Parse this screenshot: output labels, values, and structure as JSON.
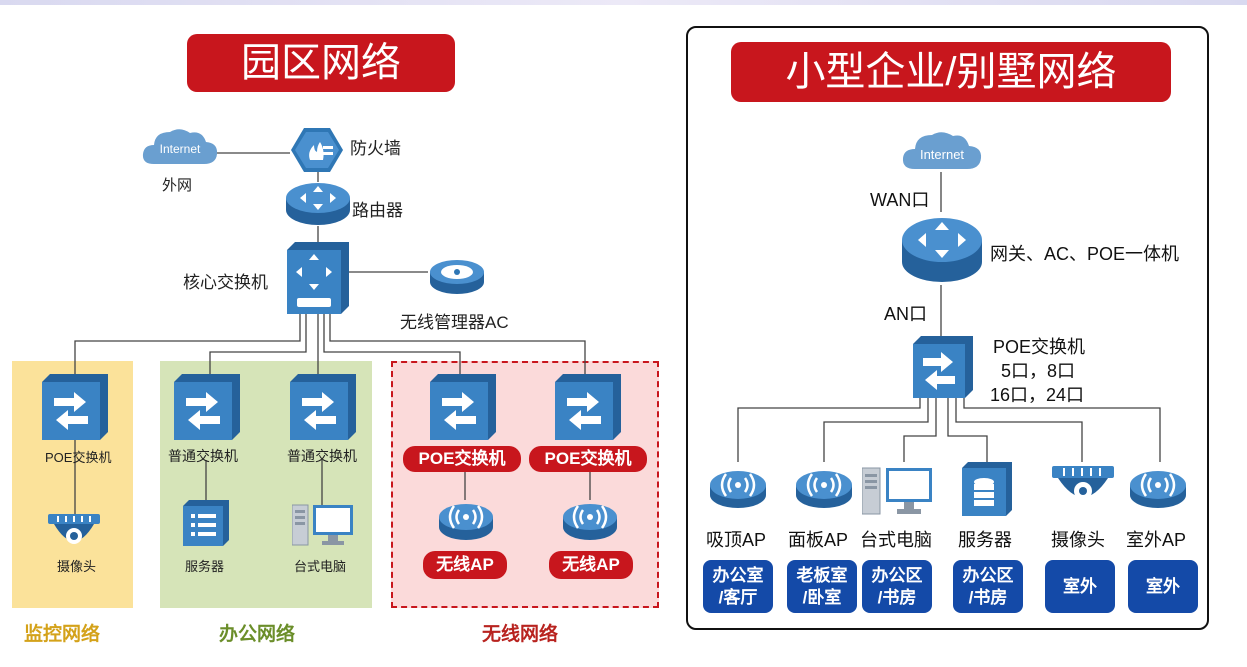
{
  "left": {
    "title": "园区网络",
    "internet": "Internet",
    "outer_net": "外网",
    "firewall": "防火墙",
    "router": "路由器",
    "core_switch": "核心交换机",
    "wireless_ac": "无线管理器AC",
    "monitor": {
      "switch": "POE交换机",
      "device": "摄像头",
      "zone_label": "监控网络"
    },
    "office": {
      "switch1": "普通交换机",
      "switch2": "普通交换机",
      "server": "服务器",
      "pc": "台式电脑",
      "zone_label": "办公网络"
    },
    "wireless": {
      "switch1": "POE交换机",
      "switch2": "POE交换机",
      "ap1": "无线AP",
      "ap2": "无线AP",
      "zone_label": "无线网络"
    }
  },
  "right": {
    "title": "小型企业/别墅网络",
    "internet": "Internet",
    "wan": "WAN口",
    "gateway": "网关、AC、POE一体机",
    "an": "AN口",
    "poe_switch": "POE交换机",
    "ports1": "5口，8口",
    "ports2": "16口，24口",
    "devices": [
      {
        "name": "吸顶AP",
        "loc1": "办公室",
        "loc2": "/客厅"
      },
      {
        "name": "面板AP",
        "loc1": "老板室",
        "loc2": "/卧室"
      },
      {
        "name": "台式电脑",
        "loc1": "办公区",
        "loc2": "/书房"
      },
      {
        "name": "服务器",
        "loc1": "办公区",
        "loc2": "/书房"
      },
      {
        "name": "摄像头",
        "loc1": "室外",
        "loc2": ""
      },
      {
        "name": "室外AP",
        "loc1": "室外",
        "loc2": ""
      }
    ]
  },
  "colors": {
    "red": "#c8161d",
    "blue_box": "#144aa8",
    "device_blue": "#2f77b5",
    "monitor_zone": "#fbe29a",
    "office_zone": "#d6e4b8",
    "wireless_zone": "#fbdada",
    "monitor_label": "#d4a21a",
    "office_label": "#6b8e2a",
    "wireless_label": "#b8231f"
  }
}
